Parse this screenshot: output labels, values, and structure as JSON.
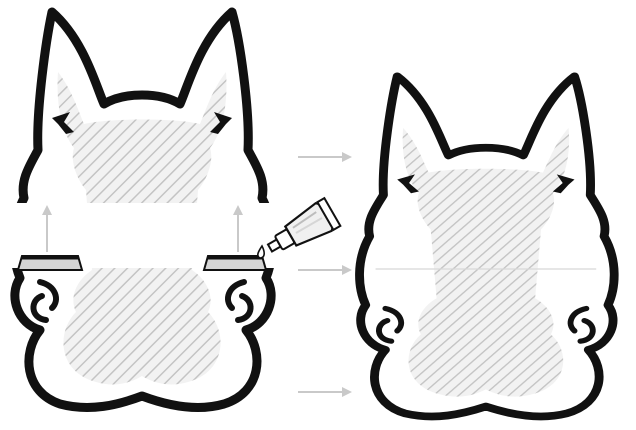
{
  "figure": {
    "panels": [
      {
        "id": "before",
        "state": "split into upper and lower halves with a gap"
      },
      {
        "id": "after",
        "state": "halves joined into one piece"
      }
    ],
    "icons": [
      "glue-tube-icon",
      "up-arrow-icon",
      "right-arrow-icon",
      "glue-drop-icon"
    ],
    "colors": {
      "outline": "#111111",
      "hatch": "#c8c8c8",
      "hatch_bg": "#f2f2f2",
      "arrow": "#c9c9c9",
      "glue_tab": "#d5d5d5",
      "band": "#ffffff"
    }
  }
}
